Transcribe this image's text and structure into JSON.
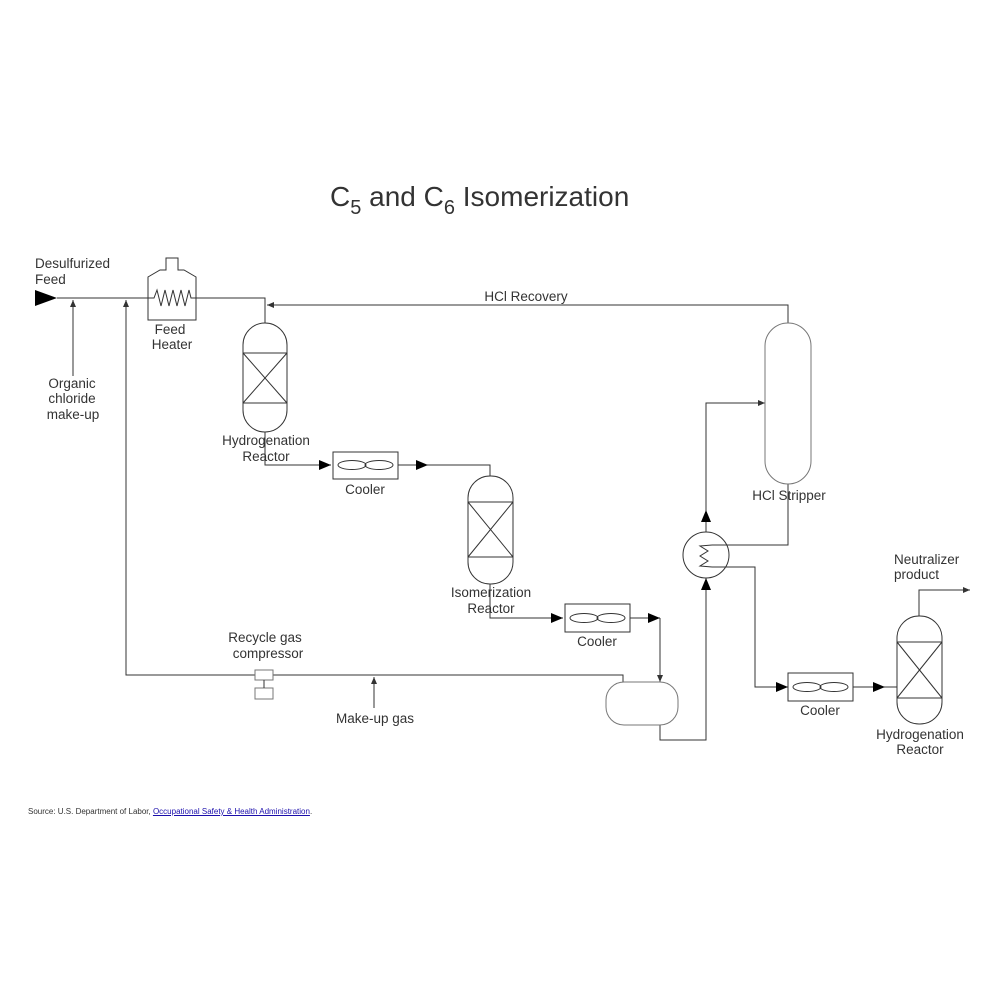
{
  "title": {
    "main": "C",
    "sub5": "5",
    "mid": " and C",
    "sub6": "6",
    "rest": " Isomerization"
  },
  "labels": {
    "feed_line1": "Desulfurized",
    "feed_line2": "Feed",
    "feed_heater_line1": "Feed",
    "feed_heater_line2": "Heater",
    "organic_line1": "Organic",
    "organic_line2": "chloride",
    "organic_line3": "make-up",
    "hcl_recovery": "HCl Recovery",
    "hydro1_line1": "Hydrogenation",
    "hydro1_line2": "Reactor",
    "cooler1": "Cooler",
    "isom_line1": "Isomerization",
    "isom_line2": "Reactor",
    "cooler2": "Cooler",
    "hcl_stripper": "HCl Stripper",
    "neutralizer_line1": "Neutralizer",
    "neutralizer_line2": "product",
    "recycle_line1": "Recycle gas",
    "recycle_line2": "compressor",
    "makeup_gas": "Make-up gas",
    "cooler3": "Cooler",
    "hydro2_line1": "Hydrogenation",
    "hydro2_line2": "Reactor"
  },
  "source": {
    "prefix": "Source:  U.S. Department of Labor, ",
    "link": "Occupational Safety & Health Administration",
    "suffix": "."
  }
}
